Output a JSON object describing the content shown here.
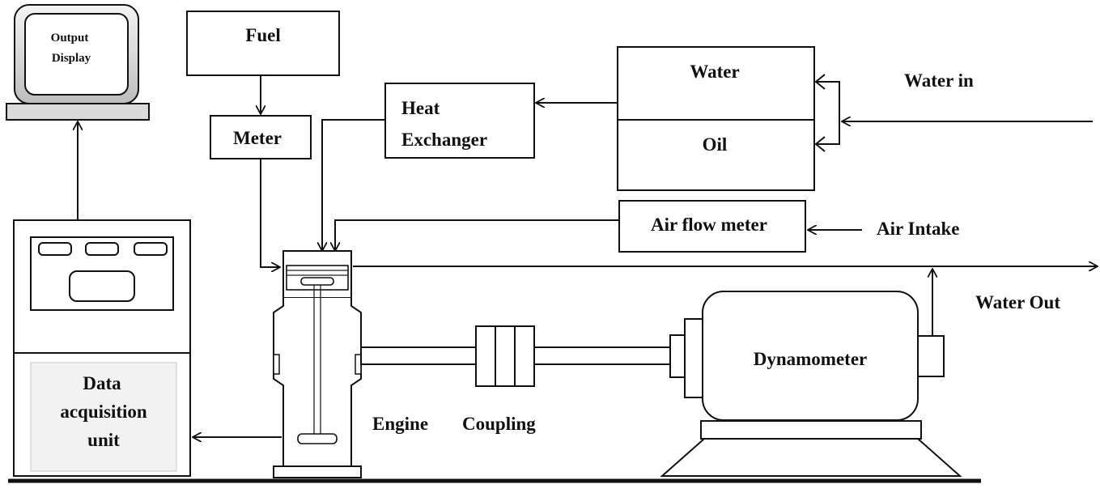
{
  "labels": {
    "output_display_line1": "Output",
    "output_display_line2": "Display",
    "fuel": "Fuel",
    "meter": "Meter",
    "heat_exchanger_line1": "Heat",
    "heat_exchanger_line2": "Exchanger",
    "water": "Water",
    "oil": "Oil",
    "water_in": "Water in",
    "air_flow_meter": "Air flow meter",
    "air_intake": "Air Intake",
    "water_out": "Water Out",
    "dynamometer": "Dynamometer",
    "engine": "Engine",
    "coupling": "Coupling",
    "daq_line1": "Data",
    "daq_line2": "acquisition",
    "daq_line3": "unit"
  },
  "colors": {
    "stroke": "#111111",
    "background": "#ffffff",
    "monitor_gray": "#d9d9d9",
    "panel_gray": "#f2f2f2"
  }
}
